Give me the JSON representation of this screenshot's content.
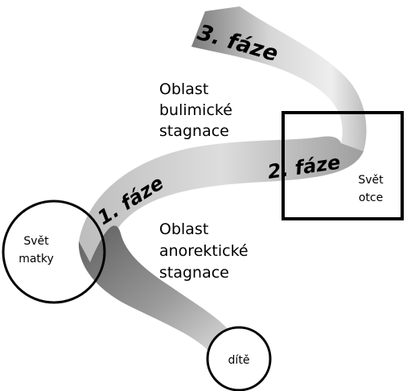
{
  "phases": {
    "phase1": "1. fáze",
    "phase2": "2. fáze",
    "phase3": "3. fáze"
  },
  "regions": {
    "bulimic": [
      "Oblast",
      "bulimické",
      "stagnace"
    ],
    "anorectic": [
      "Oblast",
      "anorektické",
      "stagnace"
    ]
  },
  "nodes": {
    "mother": [
      "Svět",
      "matky"
    ],
    "father": [
      "Svět",
      "otce"
    ],
    "child": "dítě"
  },
  "colors": {
    "ribbon_light": "#e6e6e6",
    "ribbon_mid": "#bdbdbd",
    "ribbon_dark": "#6f6f6f",
    "outline": "#000000"
  }
}
